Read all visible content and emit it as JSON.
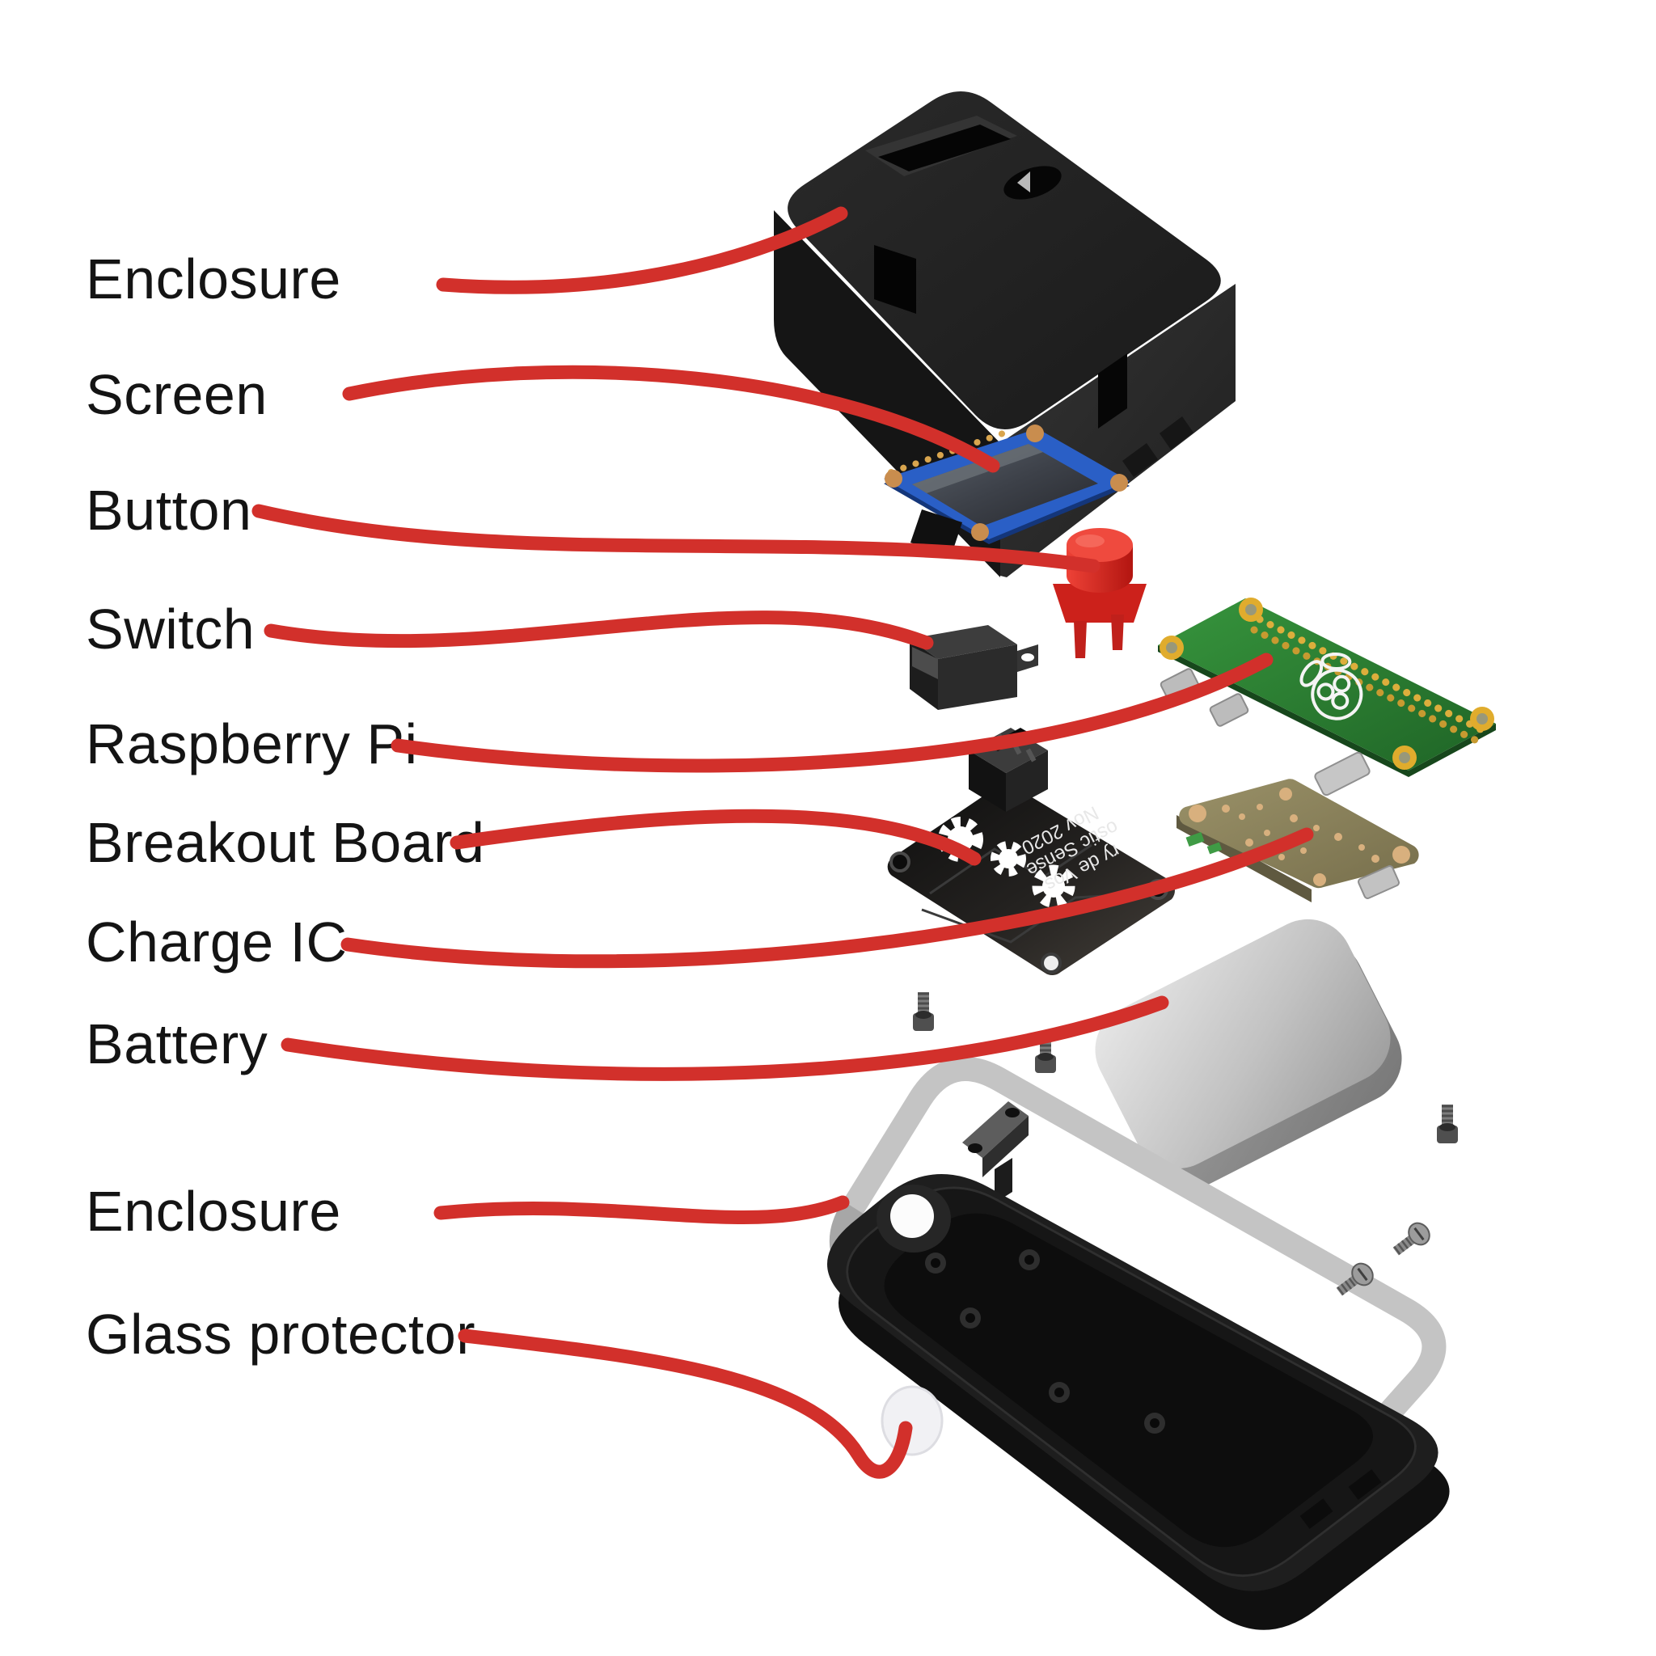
{
  "diagram_type": "exploded-view hardware assembly diagram",
  "labels": [
    {
      "id": "enclosure-top",
      "text": "Enclosure"
    },
    {
      "id": "screen",
      "text": "Screen"
    },
    {
      "id": "button",
      "text": "Button"
    },
    {
      "id": "switch",
      "text": "Switch"
    },
    {
      "id": "raspberry-pi",
      "text": "Raspberry Pi"
    },
    {
      "id": "breakout-board",
      "text": "Breakout Board"
    },
    {
      "id": "charge-ic",
      "text": "Charge IC"
    },
    {
      "id": "battery",
      "text": "Battery"
    },
    {
      "id": "enclosure-bottom",
      "text": "Enclosure"
    },
    {
      "id": "glass-protector",
      "text": "Glass protector"
    }
  ],
  "board_silkscreen": {
    "line1": "ry de Vos",
    "line2": "ostic Sense",
    "line3": "Nov 2020"
  },
  "colors": {
    "background": "#ffffff",
    "label_text": "#141414",
    "leader_line": "#d2302b",
    "enclosure_black": "#1e1e1e",
    "screen_pcb_blue": "#2a5fc6",
    "pi_green": "#2e7d32",
    "button_red": "#d8251e",
    "breakout_black": "#161616",
    "charge_pcb_olive": "#8e8760",
    "battery_silver": "#c9c9c9",
    "frame_gray": "#c4c4c4",
    "screw_gray": "#5a5a5a"
  }
}
